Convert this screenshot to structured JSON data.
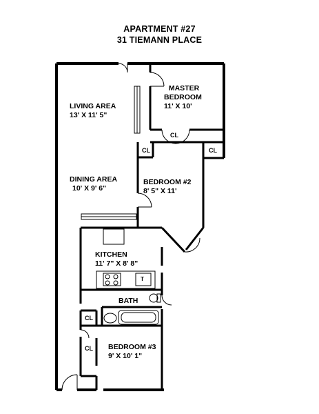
{
  "title": {
    "line1": "APARTMENT #27",
    "line2": "31 TIEMANN PLACE"
  },
  "rooms": {
    "living": {
      "name": "LIVING AREA",
      "dims": "13' X 11' 5\""
    },
    "master": {
      "name1": "MASTER",
      "name2": "BEDROOM",
      "dims": "11' X 10'"
    },
    "dining": {
      "name": "DINING AREA",
      "dims": "10' X 9' 6\""
    },
    "bedroom2": {
      "name": "BEDROOM #2",
      "dims": "8' 5\" X 11'"
    },
    "kitchen": {
      "name": "KITCHEN",
      "dims": "11' 7\" X 8' 8\""
    },
    "bath": {
      "name": "BATH"
    },
    "bedroom3": {
      "name": "BEDROOM #3",
      "dims": "9' X 10' 1\""
    }
  },
  "closet_label": "CL",
  "appliance_label": "T"
}
